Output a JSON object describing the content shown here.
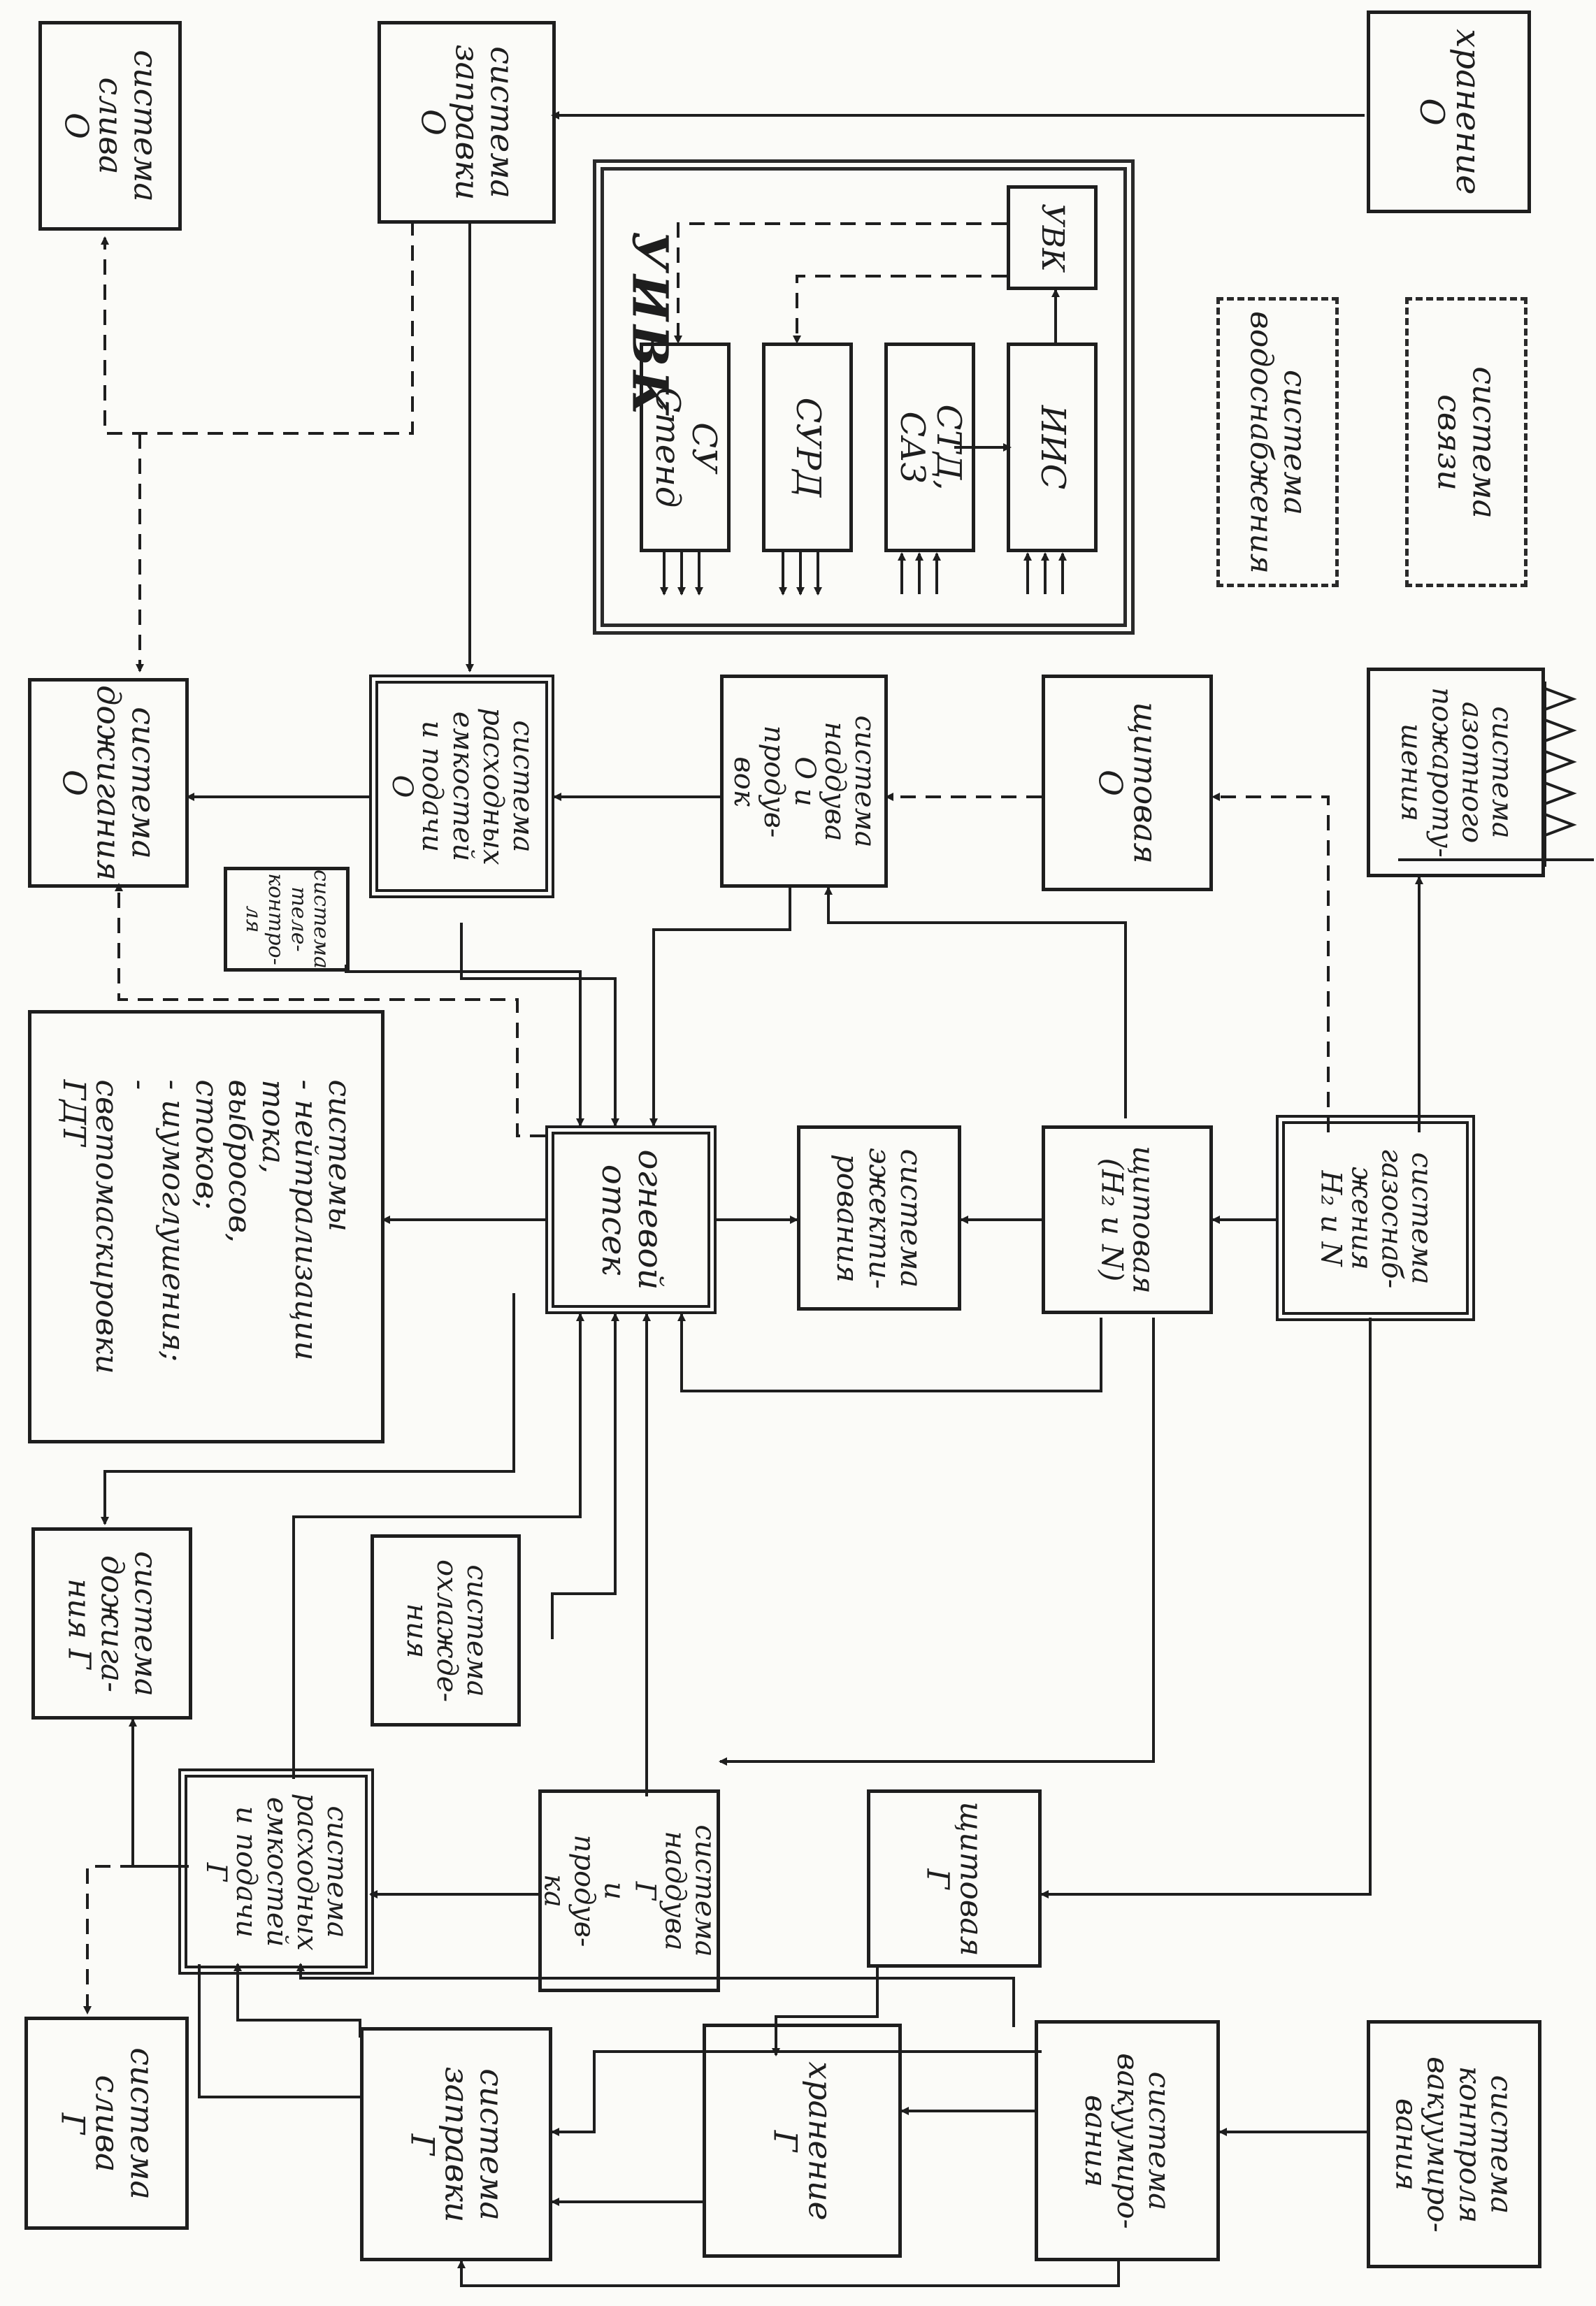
{
  "diagram": {
    "blocks": {
      "sliva_o": "система\nслива\nО",
      "zapravki_o": "система\nзаправки\nО",
      "hranenie_o": "хранение\nО",
      "dozhiganiya_o": "система\nдожигания\nО",
      "rashodnyh_o": "система\nрасходных\nемкостей\nи подачи\nО",
      "nadduva_o": "система\nнаддува\nО и продув-\nвок",
      "shchitovaya_o": "щитовая\nО",
      "azotnogo": "система\nазотного\nпожароту-\nшения",
      "vodosnab": "система\nводоснабжения",
      "svyazi": "система\nсвязи",
      "telekontrol": "система\nтеле-\nконтро-\nля",
      "sistemy_group": "системы\n- нейтрализации тока,\nвыбросов, стоков;\n- шумоглушения;\n- светомаскировки\nГДТ",
      "ognevoy": "огневой\nотсек",
      "ezhekt": "система\nэжекти-\nрования",
      "shchitovaya_h2n": "щитовая\n(H₂ и N)",
      "gazosnab": "система\nгазоснаб-\nжения\nH₂ и N",
      "dozhigania_g": "система\nдожига-\nния Г",
      "ohlazhd": "система\nохлажде-\nния",
      "rashodnyh_g": "система\nрасходных\nемкостей\nи подачи\nГ",
      "nadduva_g": "система\nнаддува\nГ\nи продув-\nка",
      "shchitovaya_g": "щитовая\nГ",
      "sliva_g": "система\nслива\nГ",
      "zapravki_g": "система\nзаправки\nГ",
      "hranenie_g": "хранение\nГ",
      "vakuum": "система\nвакуумиро-\nвания",
      "kontrol_vak": "система\nконтроля\nвакуумиро-\nвания"
    },
    "uivk": {
      "title": "УИВК",
      "su_stend": "СУ Стенд",
      "surd": "СУРД",
      "std_saz": "СТД, САЗ",
      "iis": "ИИС",
      "uvk": "УВК"
    }
  }
}
